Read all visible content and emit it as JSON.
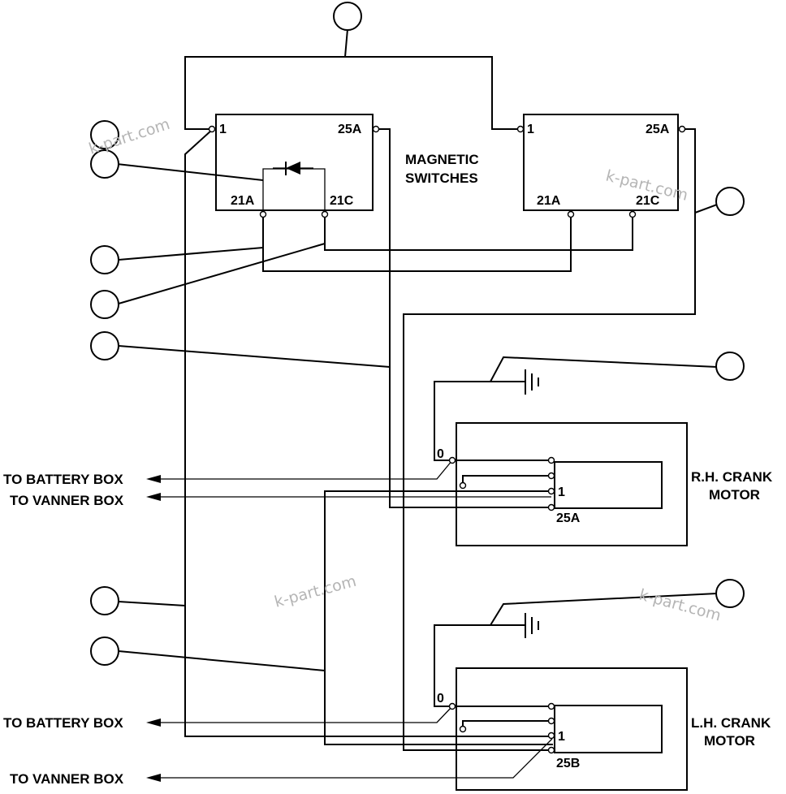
{
  "magnetic_switches_label": [
    "MAGNETIC",
    "SWITCHES"
  ],
  "switch_left": {
    "t1": "1",
    "t25a": "25A",
    "t21a": "21A",
    "t21c": "21C"
  },
  "switch_right": {
    "t1": "1",
    "t25a": "25A",
    "t21a": "21A",
    "t21c": "21C"
  },
  "rh_motor": {
    "title": [
      "R.H. CRANK",
      "MOTOR"
    ],
    "t0": "0",
    "t1": "1",
    "t25": "25A"
  },
  "lh_motor": {
    "title": [
      "L.H. CRANK",
      "MOTOR"
    ],
    "t0": "0",
    "t1": "1",
    "t25": "25B"
  },
  "left_labels": {
    "battery_box_1": "TO BATTERY BOX",
    "vanner_box_1": "TO VANNER BOX",
    "battery_box_2": "TO BATTERY BOX",
    "vanner_box_2": "TO VANNER BOX"
  },
  "watermark": "k-part.com",
  "colors": {
    "ink": "#000000",
    "watermark": "#b5b5b5",
    "background": "#ffffff"
  }
}
